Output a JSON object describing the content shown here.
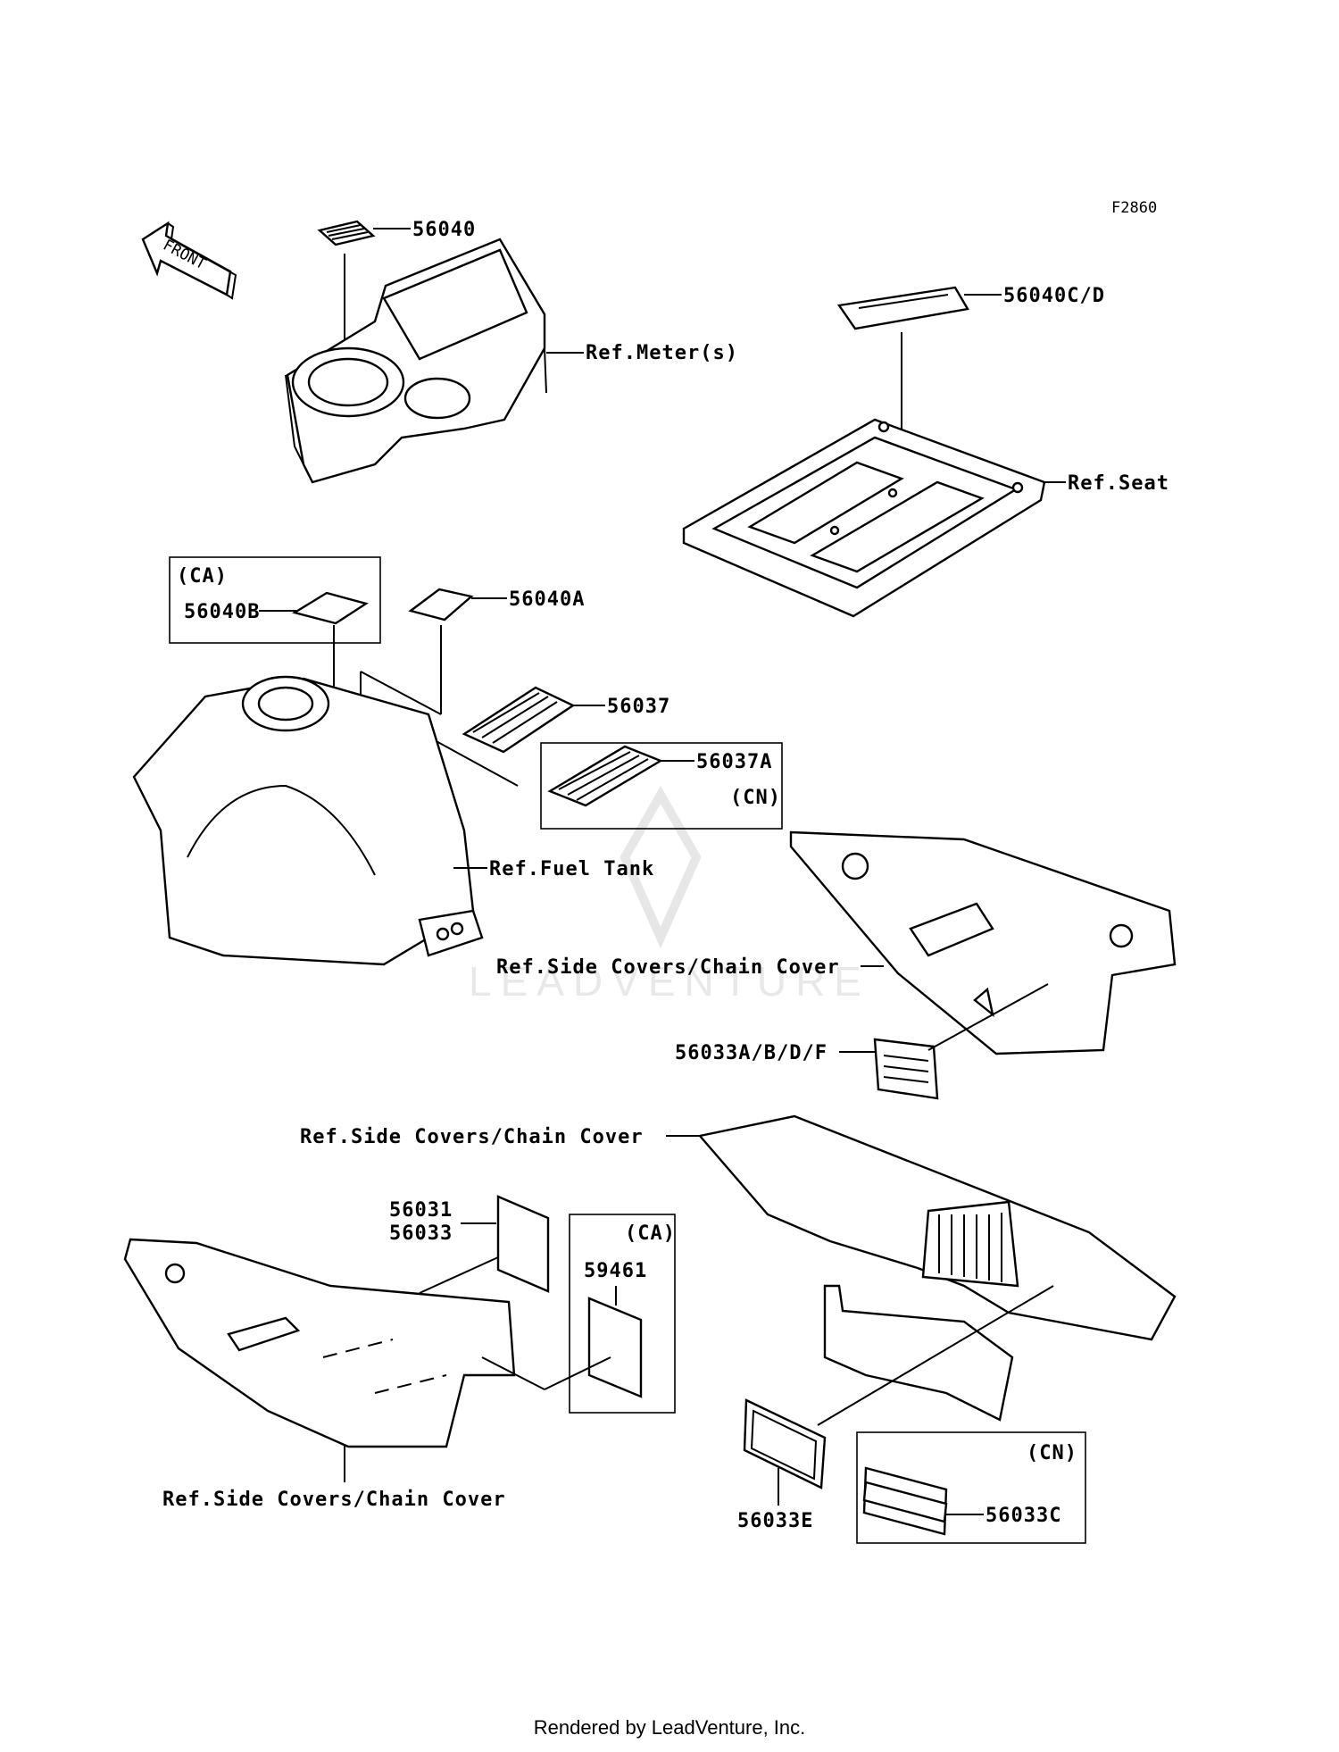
{
  "figure_id": "F2860",
  "front_arrow": "FRONT",
  "labels": {
    "p56040": "56040",
    "meter": "Ref.Meter(s)",
    "p56040cd": "56040C/D",
    "seat": "Ref.Seat",
    "ca1": "(CA)",
    "p56040b": "56040B",
    "p56040a": "56040A",
    "p56037": "56037",
    "p56037a": "56037A",
    "cn1": "(CN)",
    "fuel_tank": "Ref.Fuel Tank",
    "side_covers_1": "Ref.Side Covers/Chain Cover",
    "p56033abdf": "56033A/B/D/F",
    "side_covers_2": "Ref.Side Covers/Chain Cover",
    "p56031": "56031",
    "p56033": "56033",
    "ca2": "(CA)",
    "p59461": "59461",
    "side_covers_3": "Ref.Side Covers/Chain Cover",
    "cn2": "(CN)",
    "p56033e": "56033E",
    "p56033c": "56033C"
  },
  "watermark": "LEADVENTURE",
  "footer": "Rendered by LeadVenture, Inc."
}
